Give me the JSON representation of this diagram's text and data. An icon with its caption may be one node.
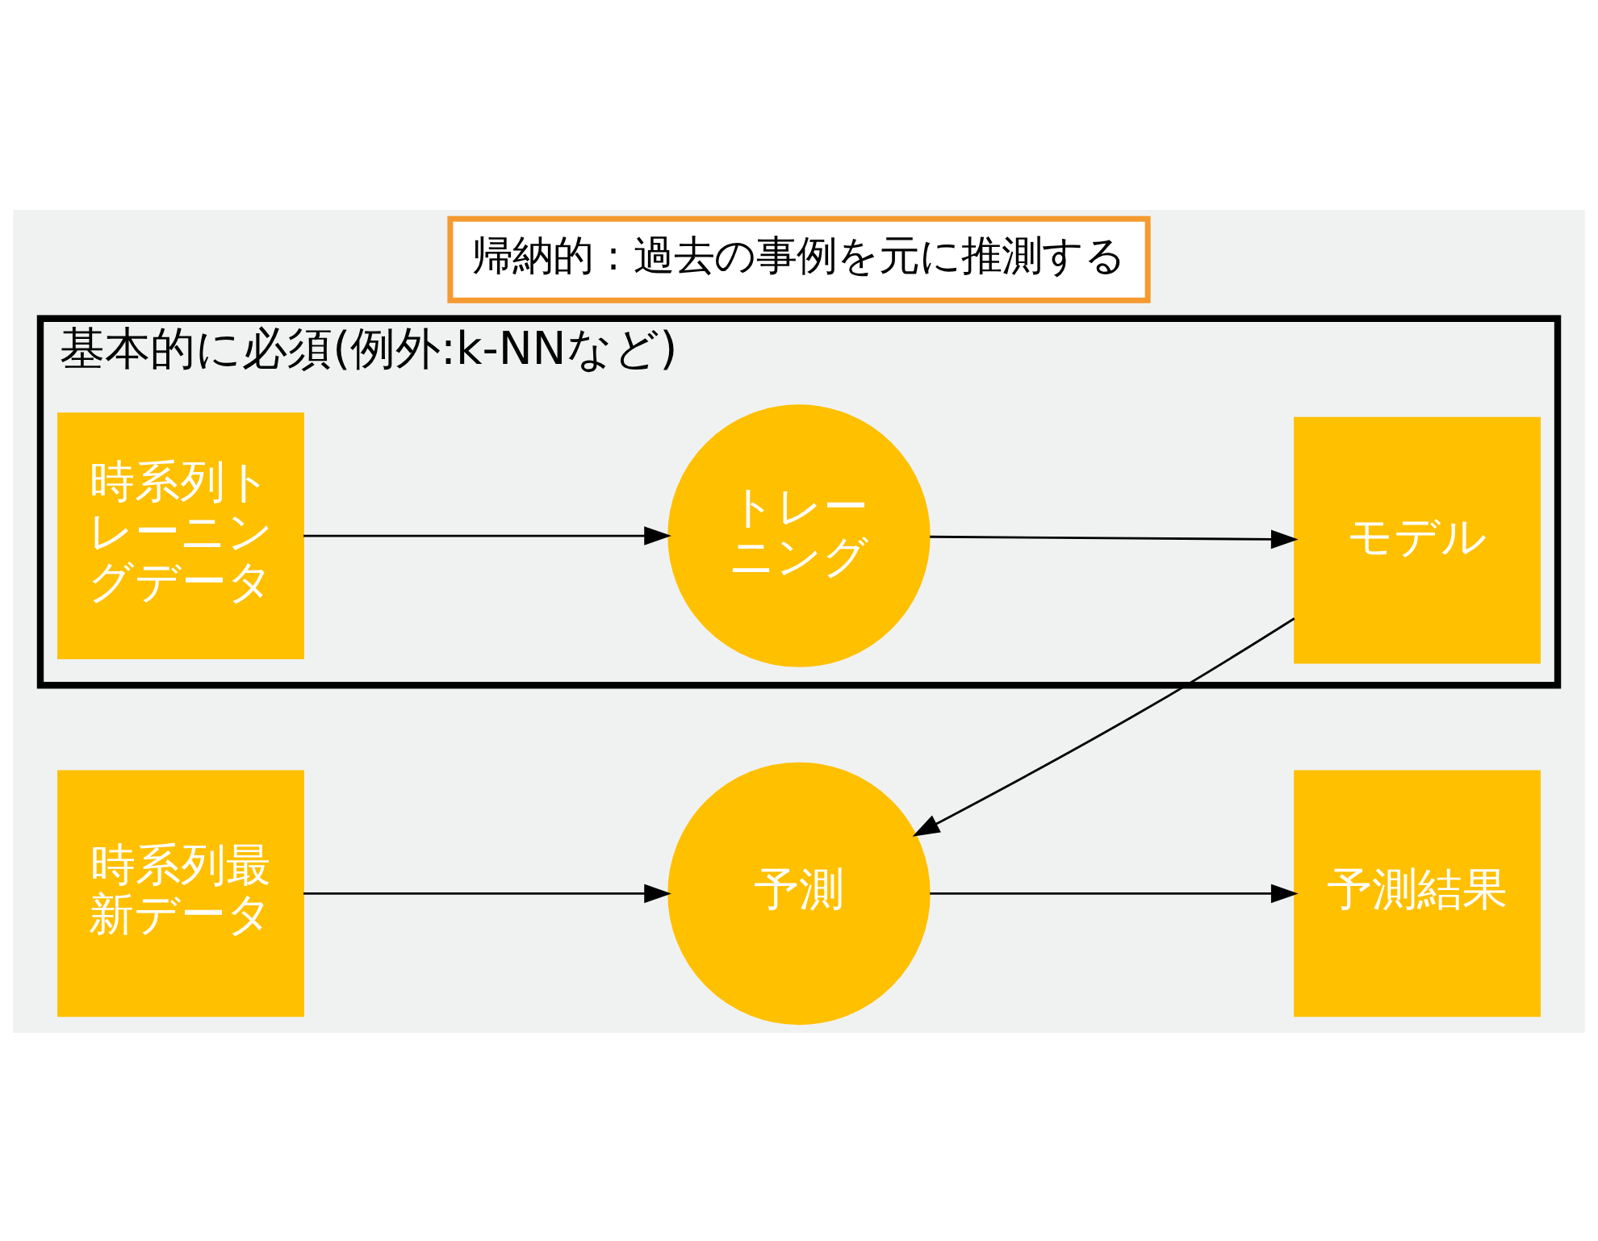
{
  "diagram": {
    "nodes": [
      {
        "text": [
          "基本的に必須(例外:k-NNなど)"
        ]
      },
      {
        "text": [
          "時系列トレーニングデータ"
        ],
        "in": 0
      },
      {
        "text": [
          "トレーニング"
        ],
        "in": 0
      },
      {
        "text": [
          "モデル"
        ],
        "in": 0
      },
      {
        "text": [
          "帰納的 : 過去の事例を元に推測する"
        ]
      },
      {
        "text": [
          "時系列最新データ"
        ]
      },
      {
        "text": [
          "予測"
        ]
      },
      {
        "text": [
          "予測結果"
        ]
      }
    ],
    "edges": [
      {
        "from": 1,
        "to": 2,
        "arrow": "to"
      },
      {
        "from": 2,
        "to": 3,
        "arrow": "to"
      },
      {
        "from": 3,
        "to": 6,
        "arrow": "to"
      },
      {
        "from": 5,
        "to": 6,
        "arrow": "to"
      },
      {
        "from": 6,
        "to": 7,
        "arrow": "to"
      }
    ]
  }
}
